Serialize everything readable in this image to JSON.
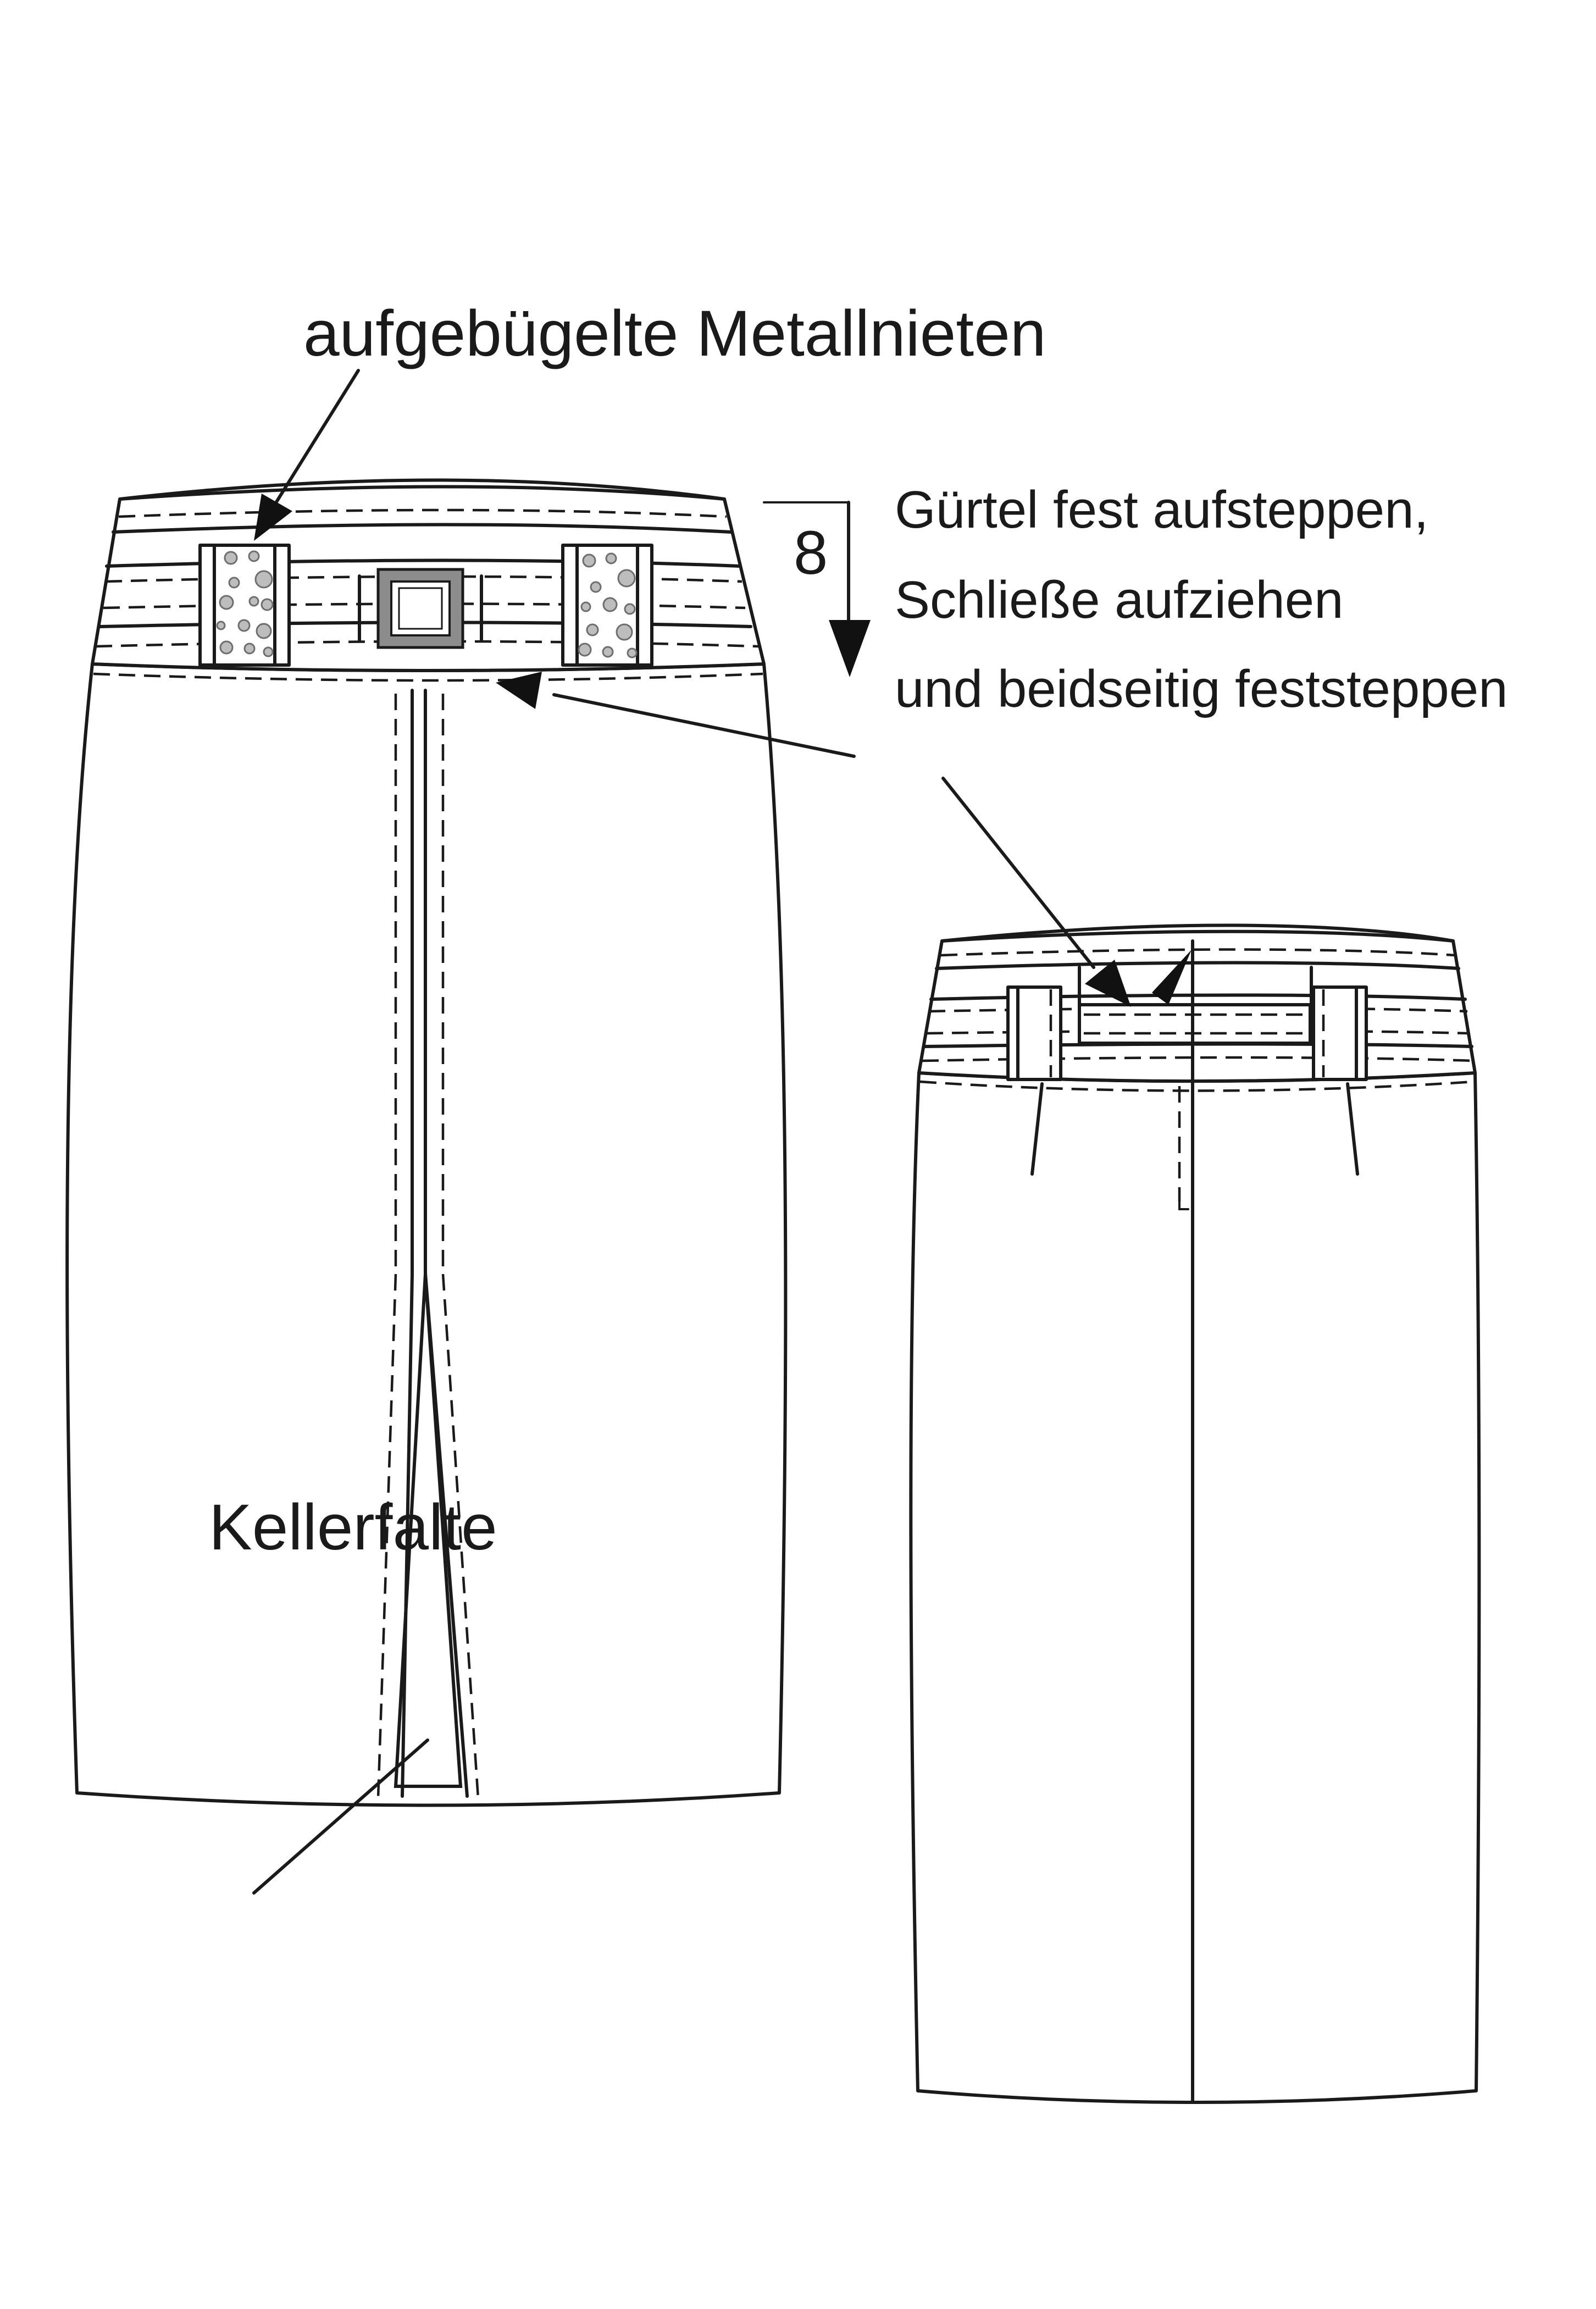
{
  "labels": {
    "rivets": "aufgebügelte Metallnieten",
    "belt_line_1": "Gürtel fest aufsteppen,",
    "belt_line_2": "Schließe aufziehen",
    "belt_line_3": "und beidseitig feststeppen",
    "dimension": "8",
    "pleat": "Kellerfalte"
  },
  "colors": {
    "line": "#1a1a1a",
    "rivet_fill": "#bdbdbd",
    "buckle": "#808080",
    "background": "#ffffff"
  }
}
